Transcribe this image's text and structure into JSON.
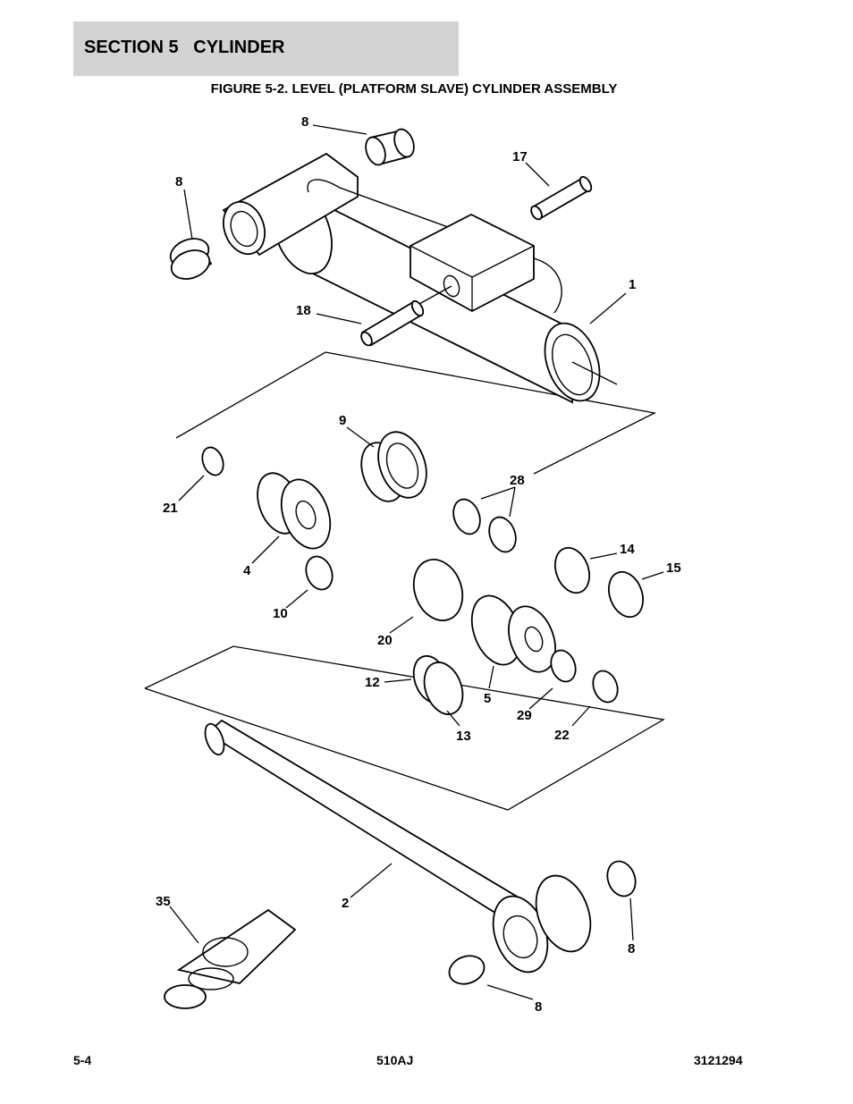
{
  "header": {
    "section_title": "SECTION 5   CYLINDER",
    "figure_title": "FIGURE 5-2. LEVEL (PLATFORM SLAVE) CYLINDER ASSEMBLY"
  },
  "callouts": {
    "c8a": "8",
    "c8b": "8",
    "c17": "17",
    "c1": "1",
    "c18": "18",
    "c9": "9",
    "c21": "21",
    "c4": "4",
    "c28": "28",
    "c14": "14",
    "c15": "15",
    "c10": "10",
    "c20": "20",
    "c12": "12",
    "c5": "5",
    "c29": "29",
    "c22": "22",
    "c13": "13",
    "c35": "35",
    "c2": "2",
    "c8c": "8",
    "c8d": "8"
  },
  "footer": {
    "page": "5-4",
    "model": "510AJ",
    "doc_number": "3121294"
  }
}
